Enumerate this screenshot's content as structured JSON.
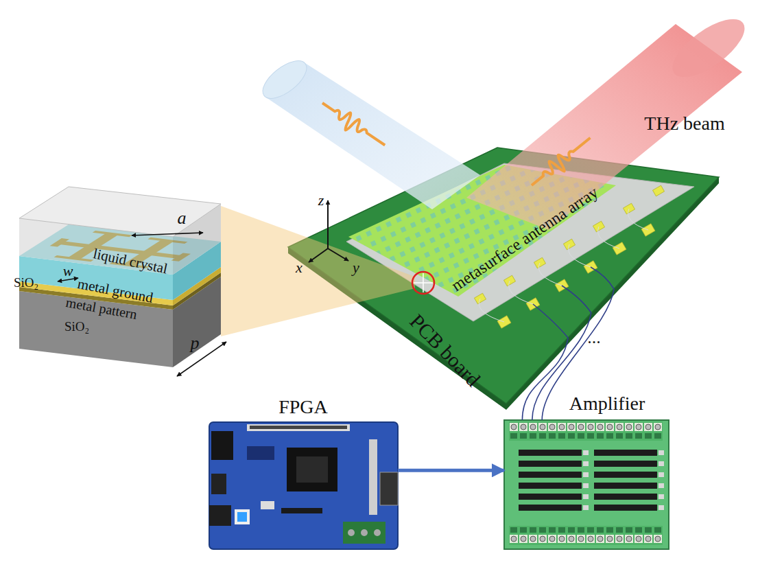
{
  "diagram": {
    "nodes": [
      {
        "text": [
          "PCB board"
        ]
      },
      {
        "text": [
          "metasurface antenna array"
        ],
        "in": 0
      },
      {
        "text": [
          "FPGA"
        ]
      },
      {
        "text": [
          "Amplifier"
        ]
      }
    ],
    "edges": [
      {
        "from": 2,
        "to": 3,
        "arrow": "to"
      },
      {
        "from": 0,
        "to": 3,
        "arrow": "none"
      },
      {
        "from": 0,
        "to": 3,
        "arrow": "none"
      },
      {
        "from": 0,
        "to": 3,
        "arrow": "none"
      }
    ],
    "labels": [
      "SiO₂",
      "w",
      "a",
      "liquid crystal",
      "metal ground",
      "metal pattern",
      "SiO₂",
      "p",
      "z",
      "x",
      "y",
      "THz beam",
      "..."
    ]
  }
}
